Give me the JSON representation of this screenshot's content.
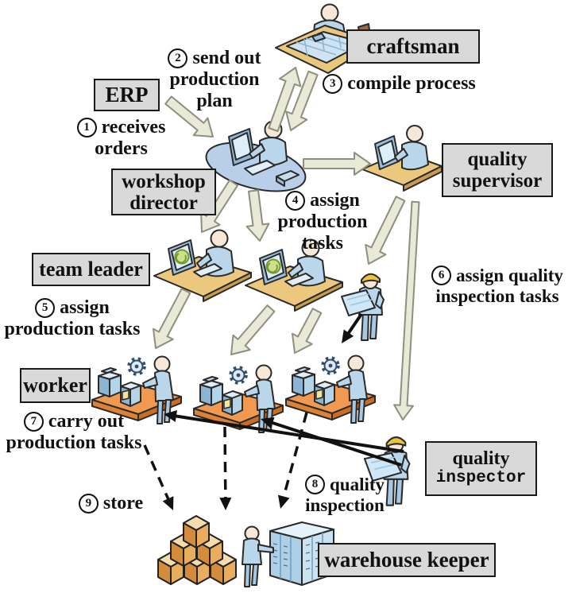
{
  "boxes": {
    "erp": "ERP",
    "craftsman": "craftsman",
    "workshop_director": [
      "workshop",
      "director"
    ],
    "quality_supervisor": [
      "quality",
      "supervisor"
    ],
    "team_leader": "team leader",
    "worker": "worker",
    "quality_inspector": [
      "quality",
      "inspector"
    ],
    "warehouse_keeper": "warehouse keeper"
  },
  "steps": {
    "s1": {
      "num": "1",
      "l1": "receives",
      "l2": "orders"
    },
    "s2": {
      "num": "2",
      "l1": "send out",
      "l2": "production",
      "l3": "plan"
    },
    "s3": {
      "num": "3",
      "l1": "compile process"
    },
    "s4": {
      "num": "4",
      "l1": "assign",
      "l2": "production",
      "l3": "tasks"
    },
    "s5": {
      "num": "5",
      "l1": "assign",
      "l2": "production tasks"
    },
    "s6": {
      "num": "6",
      "l1": "assign quality",
      "l2": "inspection tasks"
    },
    "s7": {
      "num": "7",
      "l1": "carry out",
      "l2": "production tasks"
    },
    "s8": {
      "num": "8",
      "l1": "quality",
      "l2": "inspection"
    },
    "s9": {
      "num": "9",
      "l1": "store"
    }
  },
  "icons": {
    "craftsman": "person-at-drafting-table",
    "workshop_director": "person-at-computer-workstation",
    "quality_supervisor": "person-at-computer-desk",
    "team_leader": "person-at-monitor-desk",
    "worker": "person-operating-machines",
    "quality_inspector": "person-with-hardhat-and-blueprint",
    "warehouse_keeper": "person-at-storage-cabinet",
    "stored_goods": "stacked-crates"
  },
  "colors": {
    "box_fill": "#d9d9d9",
    "box_border": "#1a1a1a",
    "block_arrow_fill": "#e9e9d8",
    "block_arrow_outline": "#8f8f7d",
    "text": "#111111",
    "figure_blue": "#bad6eb",
    "desk_tan": "#ecc87f",
    "platform_orange": "#ef9a50",
    "crate_orange": "#e9ad5e",
    "hard_hat_yellow": "#ecc33e",
    "cabinet_blue": "#aed0e6"
  }
}
